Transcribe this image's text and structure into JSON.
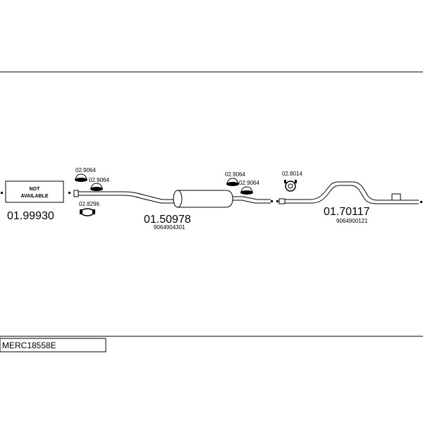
{
  "diagram": {
    "not_available": {
      "line1": "NOT",
      "line2": "AVAILABLE"
    },
    "parts": [
      {
        "number": "01.99930",
        "ref": ""
      },
      {
        "number": "01.50978",
        "ref": "9064904301"
      },
      {
        "number": "01.70117",
        "ref": "9064900121"
      }
    ],
    "accessories": [
      {
        "code": "02.9064"
      },
      {
        "code": "02.9064"
      },
      {
        "code": "02.8296"
      },
      {
        "code": "02.9064"
      },
      {
        "code": "02.9064"
      },
      {
        "code": "02.8014"
      }
    ],
    "kit_code": "MERC18558E"
  }
}
